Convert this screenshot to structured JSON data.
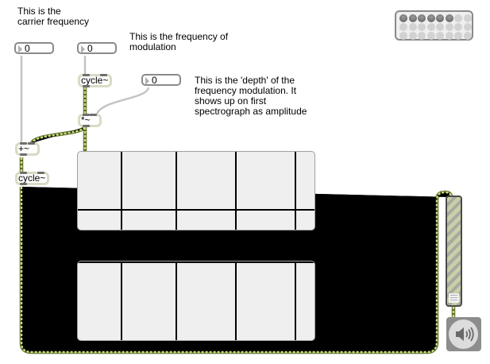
{
  "comments": {
    "carrier": "This is the\ncarrier frequency",
    "modulation": "This is the frequency of\nmodulation",
    "depth": "This is the 'depth' of the\nfrequency modulation. It\nshows up on first\nspectrograph as amplitude"
  },
  "number_boxes": {
    "carrier_freq": "0",
    "mod_freq": "0",
    "depth": "0"
  },
  "objects": {
    "mod_cycle": "cycle~",
    "multiply": "*~",
    "add": "+~",
    "carrier_cycle": "cycle~"
  },
  "meter": {
    "lit_leds": 6,
    "total_per_row": 8,
    "rows": 3
  },
  "gain_slider": {
    "level": 0.0
  },
  "dac": {
    "icon": "speaker-icon"
  },
  "colors": {
    "signal_cord": "#b9d86a",
    "control_cord": "#c4c4c4",
    "object_border": "#d6dcc4",
    "scope_bg": "#efefef"
  }
}
